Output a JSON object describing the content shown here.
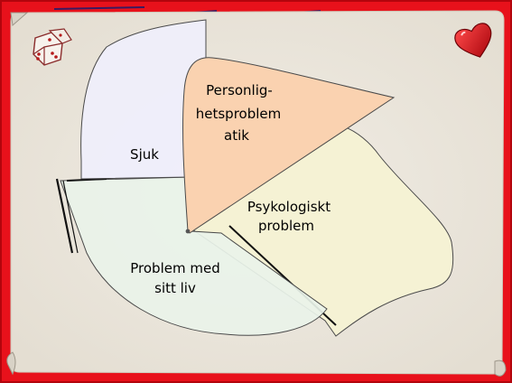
{
  "slide": {
    "colors": {
      "frame": "#e8111b",
      "frame_dark": "#b3050d",
      "paper": "#ede8df",
      "paper_edge": "#d9d2c5"
    },
    "decorations": {
      "top_left": "dice-icon",
      "top_right": "heart-icon"
    }
  },
  "diagram": {
    "segments": [
      {
        "id": "sjuk",
        "lines": [
          "Sjuk"
        ],
        "fill": "#efeefb"
      },
      {
        "id": "personlighet",
        "lines": [
          "Personlig-",
          "hetsproblem",
          "atik"
        ],
        "fill": "#fad2b0"
      },
      {
        "id": "psykologiskt",
        "lines": [
          "Psykologiskt",
          "problem"
        ],
        "fill": "#f5f2d4"
      },
      {
        "id": "problem-liv",
        "lines": [
          "Problem med",
          "sitt liv"
        ],
        "fill": "#e9f3e9"
      }
    ]
  }
}
